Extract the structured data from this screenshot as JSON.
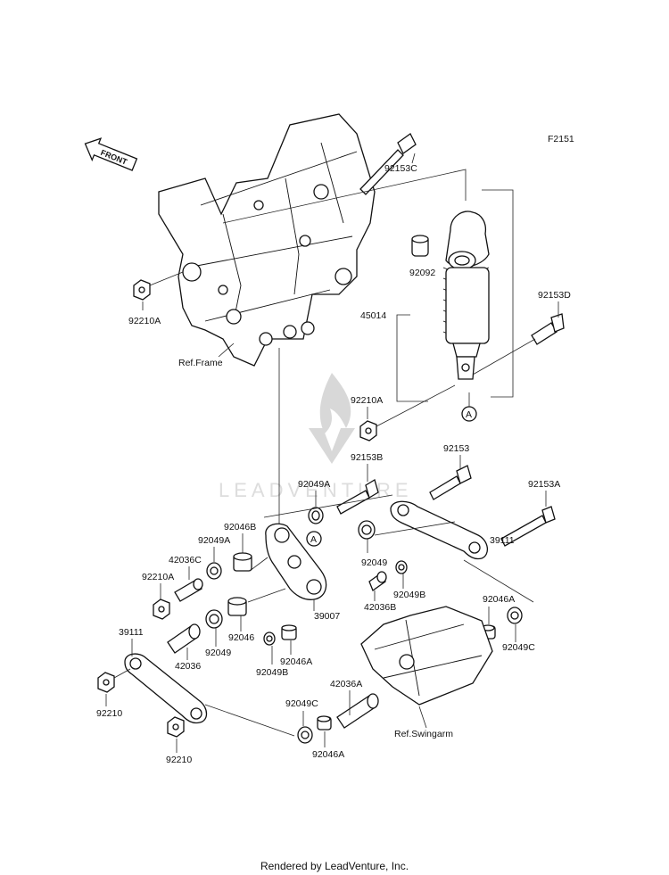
{
  "figure_code": "F2151",
  "front_label": "FRONT",
  "callout_letter": "A",
  "watermark_text": "LEADVENTURE",
  "footer": "Rendered by LeadVenture, Inc.",
  "labels": {
    "ref_frame": "Ref.Frame",
    "ref_swingarm": "Ref.Swingarm",
    "p92153C": "92153C",
    "p92153D": "92153D",
    "p92092": "92092",
    "p45014": "45014",
    "p92210A_top": "92210A",
    "p92210A_mid": "92210A",
    "p92210A_left": "92210A",
    "p92153": "92153",
    "p92153A": "92153A",
    "p92153B": "92153B",
    "p92049A_a": "92049A",
    "p92049A_b": "92049A",
    "p92046B": "92046B",
    "p42036C": "42036C",
    "p39111_right": "39111",
    "p39111_left": "39111",
    "p92049": "92049",
    "p92049_b": "92049",
    "p92049B_a": "92049B",
    "p92049B_b": "92049B",
    "p42036B": "42036B",
    "p39007": "39007",
    "p92046": "92046",
    "p92046A_a": "92046A",
    "p92046A_b": "92046A",
    "p92046A_c": "92046A",
    "p92049C_a": "92049C",
    "p92049C_b": "92049C",
    "p42036": "42036",
    "p42036A": "42036A",
    "p92210_a": "92210",
    "p92210_b": "92210"
  },
  "colors": {
    "line": "#111111",
    "watermark": "#d8d8d8"
  }
}
